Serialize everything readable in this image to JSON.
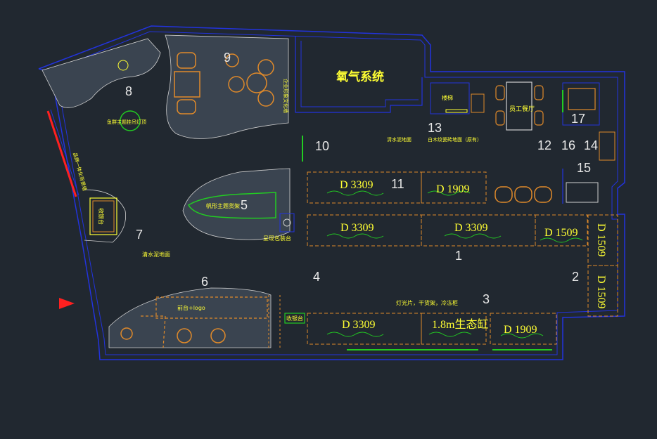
{
  "colors": {
    "background": "#212830",
    "wall": "#2233dd",
    "dashed": "#e08a2a",
    "text_yellow": "#ffff33",
    "green": "#22cc22",
    "white_line": "#cfcfcf",
    "red_marker": "#ff2020"
  },
  "area_numbers": [
    "1",
    "2",
    "3",
    "4",
    "5",
    "6",
    "7",
    "8",
    "9",
    "10",
    "11",
    "12",
    "13",
    "14",
    "15",
    "16",
    "17"
  ],
  "labels": {
    "oxygen_system": "氧气系统",
    "area8_feature": "鱼群主题挂吊灯顶",
    "wall_text_left": "品牌一体化背景墙",
    "wall_text_right": "企业形象文化墙",
    "floor_7": "清水泥地面",
    "sailboat": "帆形主题货架",
    "bottom_fixture": "呈现包装台",
    "counter": "前台+logo",
    "cabinet_left": "收银台",
    "counter_right": "收银台",
    "cement_floor": "清水泥地面",
    "wood_floor": "白木纹瓷砖地面（原有）",
    "staircase": "楼梯",
    "staff_rest": "员工餐厅",
    "lighting_note": "灯光片，干货架，冷冻柜"
  },
  "tanks": {
    "row11_a": "D 3309",
    "row11_b": "D 1909",
    "row1_a": "D 3309",
    "row1_b": "D 3309",
    "row1_c": "D 1509",
    "right_col_top": "D 1509",
    "right_col_bottom": "D 1509",
    "row3_a": "D 3309",
    "row3_eco": "1.8m生态缸",
    "row3_c": "D 1909"
  }
}
